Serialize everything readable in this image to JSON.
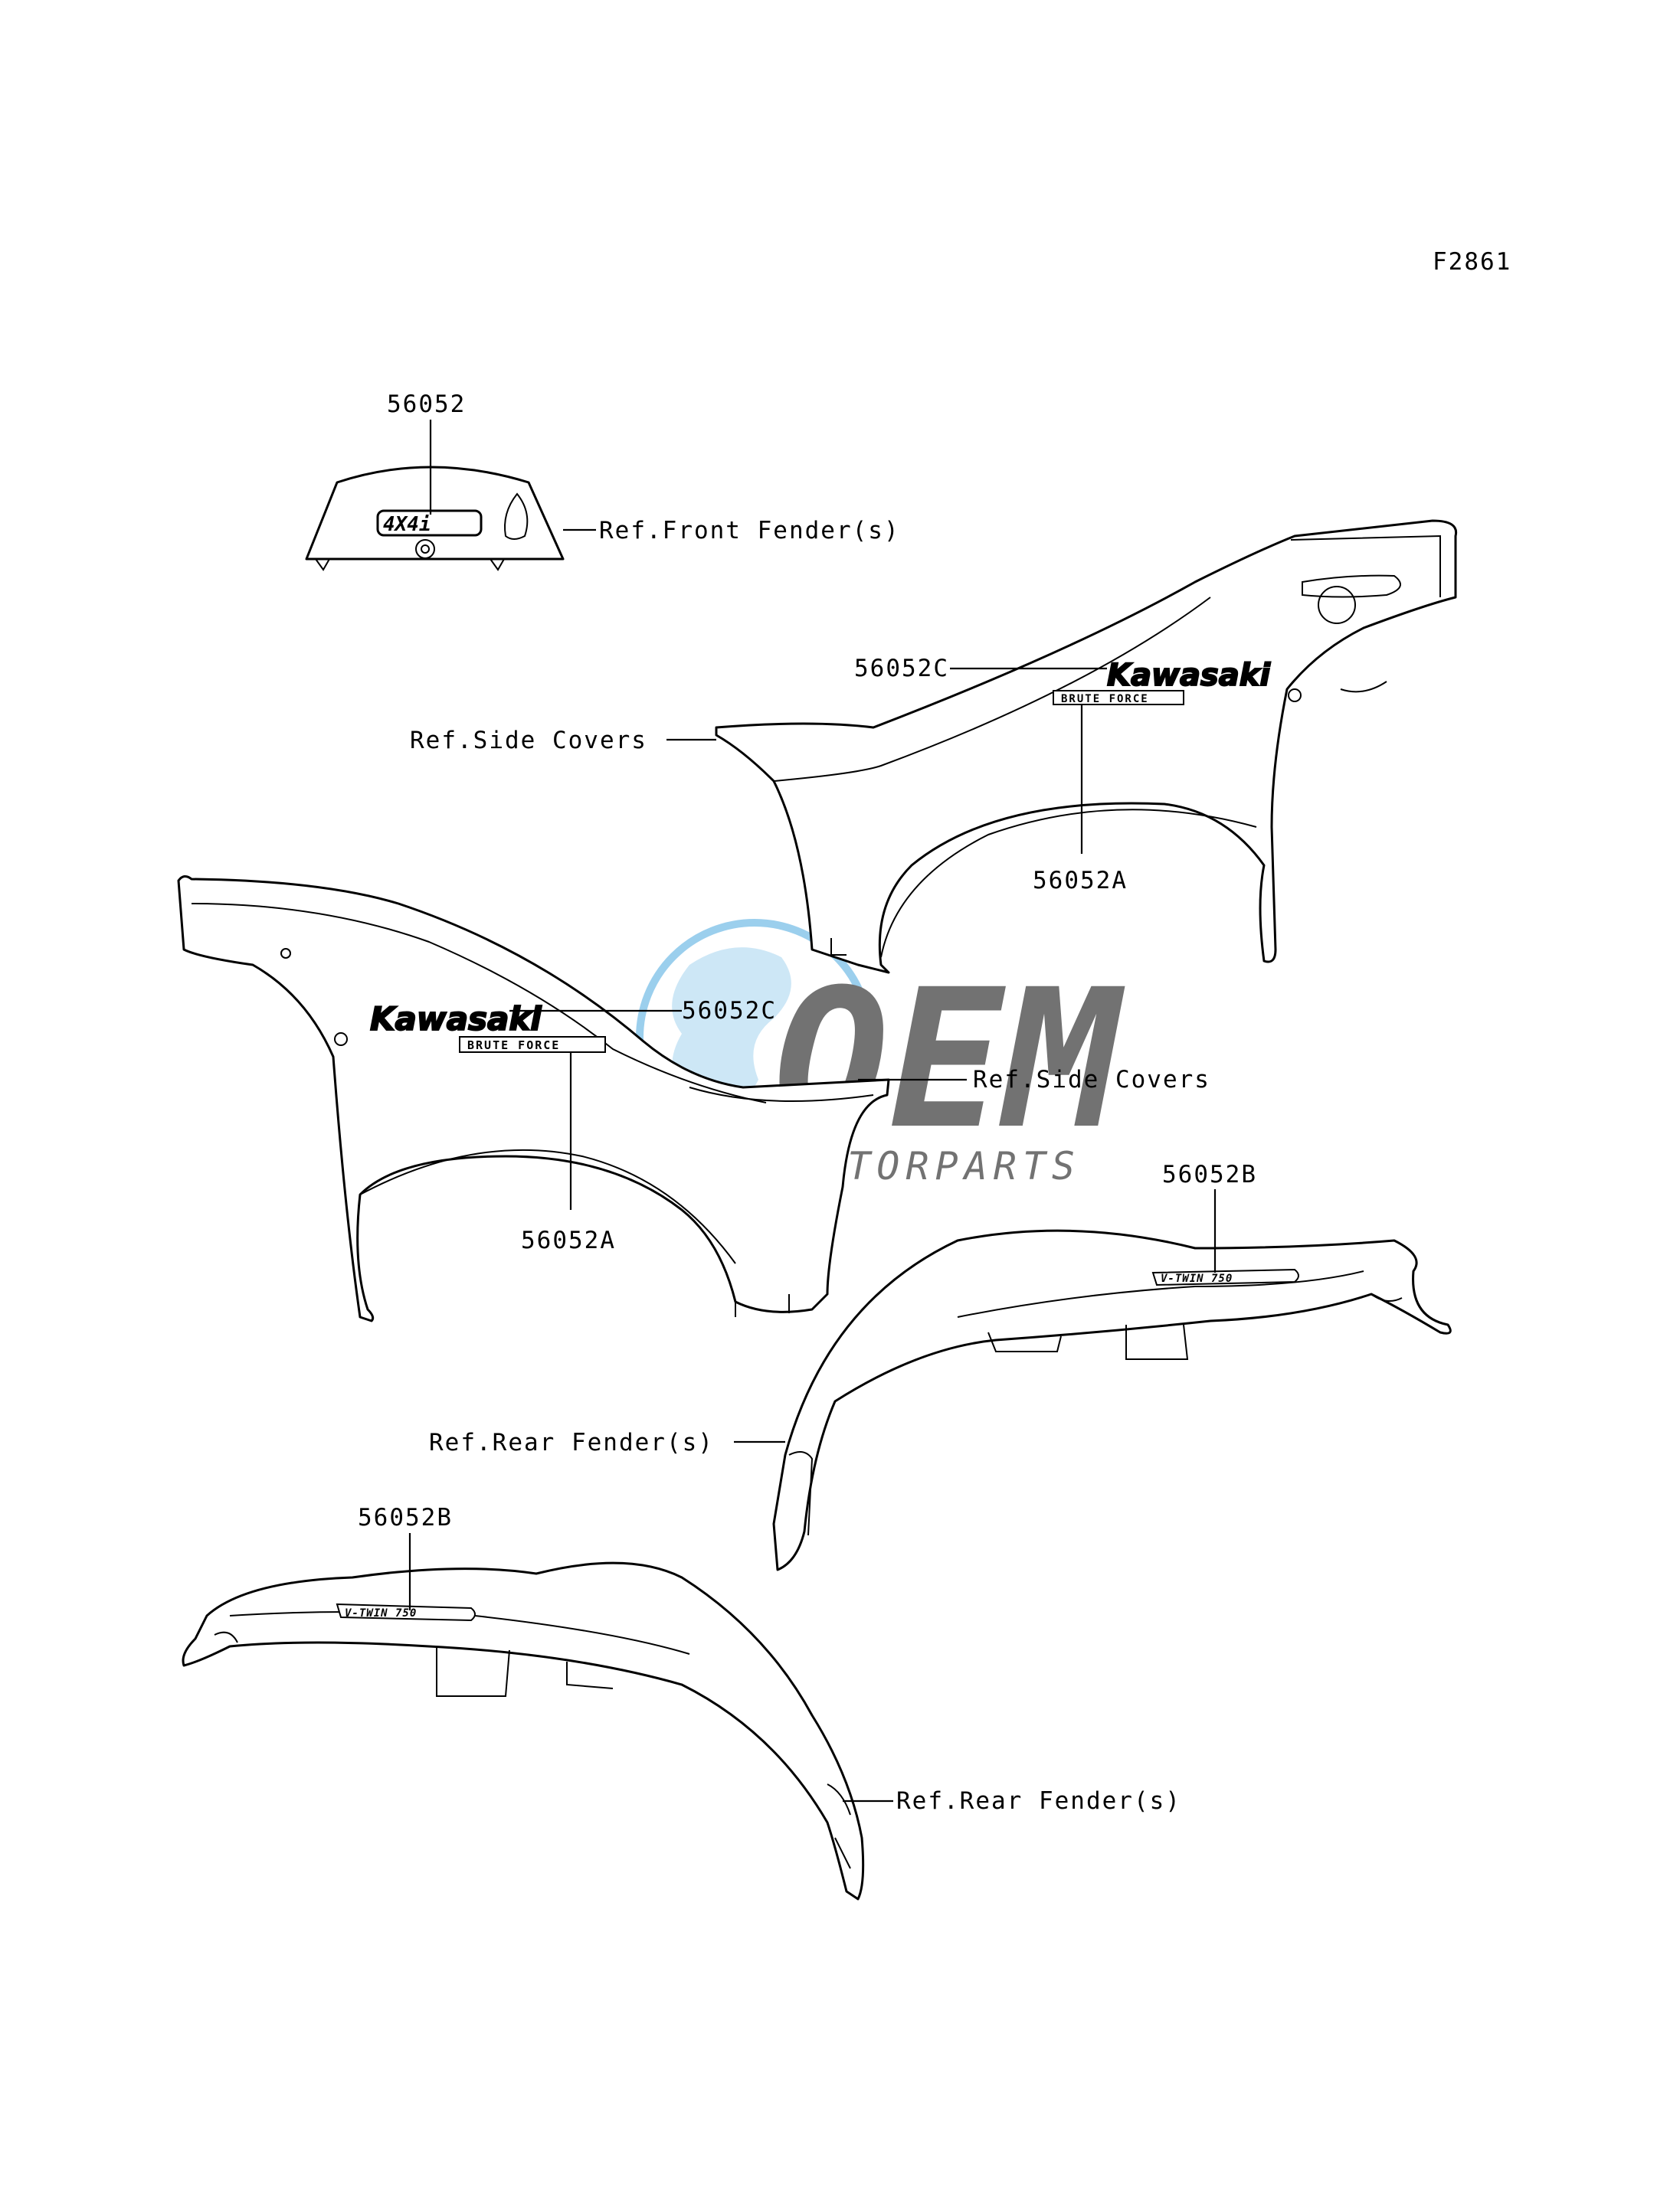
{
  "figure_code": "F2861",
  "labels": {
    "front_decal_part": "56052",
    "front_fender_ref": "Ref.Front Fender(s)",
    "right_kawasaki_part": "56052C",
    "right_side_cover_ref": "Ref.Side Covers",
    "right_bruteforce_part": "56052A",
    "left_kawasaki_part": "56052C",
    "left_side_cover_ref": "Ref.Side Covers",
    "left_bruteforce_part": "56052A",
    "right_vtwin_part": "56052B",
    "right_rear_fender_ref": "Ref.Rear Fender(s)",
    "left_vtwin_part": "56052B",
    "left_rear_fender_ref": "Ref.Rear Fender(s)"
  },
  "decals": {
    "front_badge": "4X4i",
    "kawasaki": "Kawasaki",
    "bruteforce": "BRUTE FORCE",
    "vtwin": "V-TWIN 750"
  },
  "watermark": {
    "brand": "OEM",
    "sub": "MOTORPARTS"
  },
  "colors": {
    "line": "#000000",
    "watermark_globe": "#4aa8e0",
    "watermark_text": "#9a9a9a"
  }
}
